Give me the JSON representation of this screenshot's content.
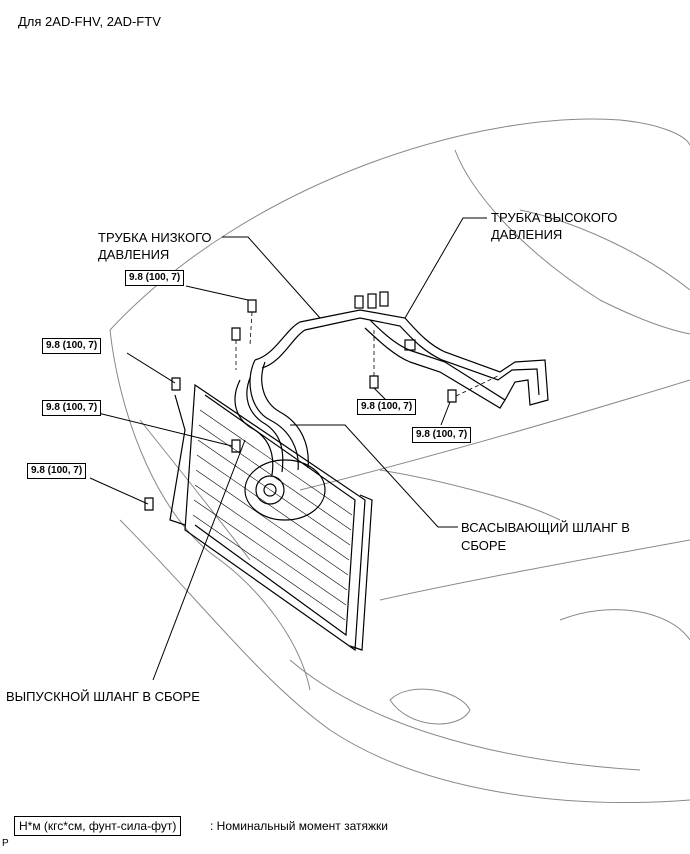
{
  "header": {
    "title": "Для 2AD-FHV, 2AD-FTV"
  },
  "labels": {
    "low_pressure_line1": "ТРУБКА НИЗКОГО",
    "low_pressure_line2": "ДАВЛЕНИЯ",
    "high_pressure_line1": "ТРУБКА ВЫСОКОГО",
    "high_pressure_line2": "ДАВЛЕНИЯ",
    "suction_hose_line1": "ВСАСЫВАЮЩИЙ ШЛАНГ В",
    "suction_hose_line2": "СБОРЕ",
    "discharge_hose": "ВЫПУСКНОЙ ШЛАНГ В СБОРЕ"
  },
  "torque_values": [
    "9.8 (100, 7)",
    "9.8 (100, 7)",
    "9.8 (100, 7)",
    "9.8 (100, 7)",
    "9.8 (100, 7)",
    "9.8 (100, 7)"
  ],
  "legend": {
    "unit": "Н*м (кгс*см, фунт-сила-фут)",
    "description": ": Номинальный момент затяжки"
  },
  "footer": {
    "code": "P"
  }
}
